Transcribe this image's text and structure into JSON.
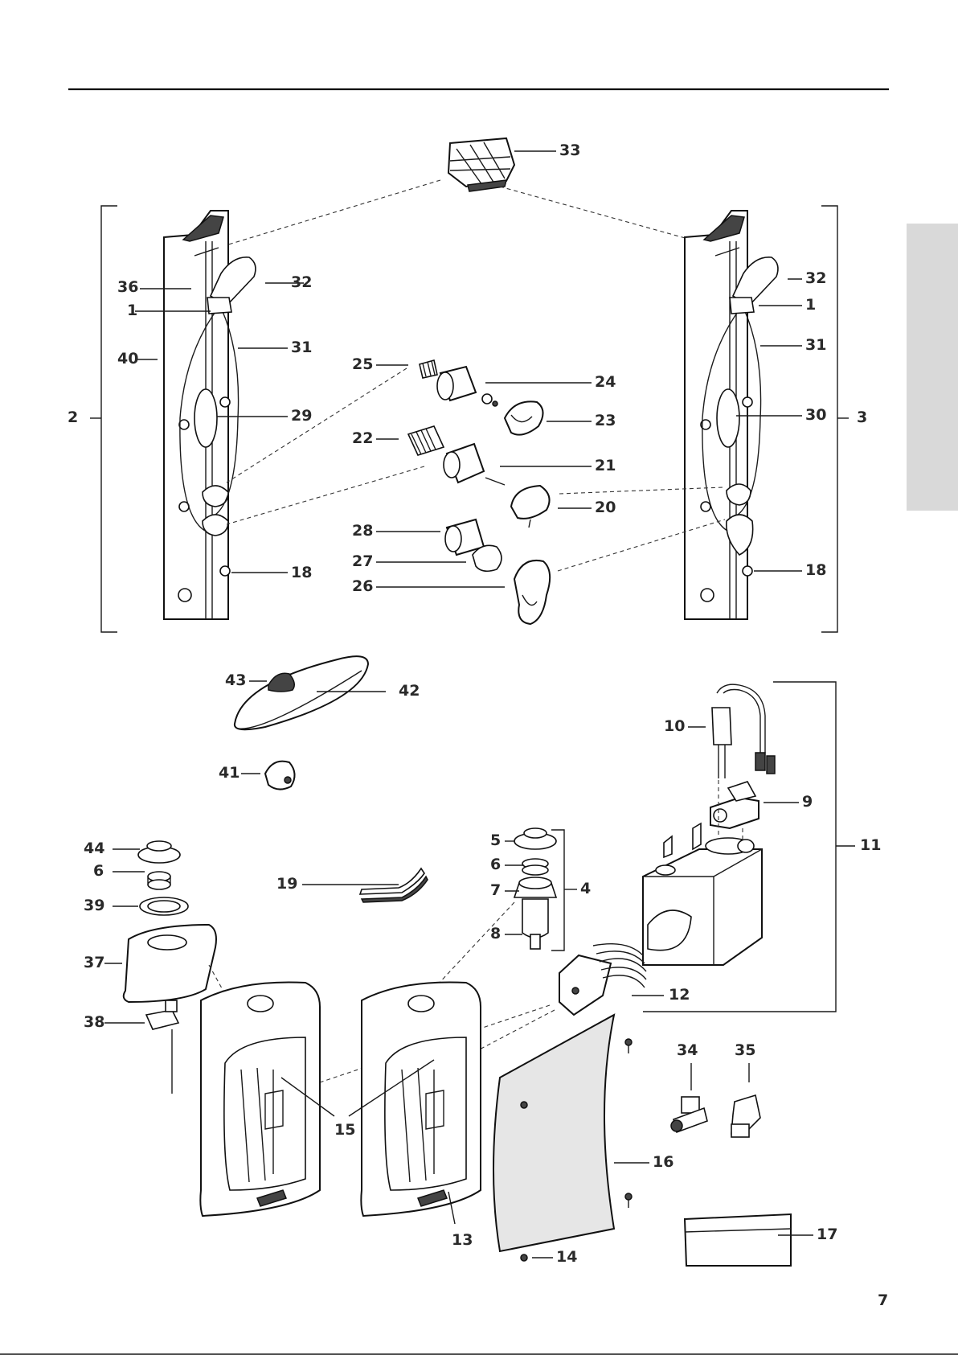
{
  "page_number": "7",
  "callouts": [
    {
      "id": "c33",
      "text": "33"
    },
    {
      "id": "c36",
      "text": "36"
    },
    {
      "id": "c32l",
      "text": "32"
    },
    {
      "id": "c1l",
      "text": "1"
    },
    {
      "id": "c40",
      "text": "40"
    },
    {
      "id": "c31l",
      "text": "31"
    },
    {
      "id": "c2",
      "text": "2"
    },
    {
      "id": "c29",
      "text": "29"
    },
    {
      "id": "c18l",
      "text": "18"
    },
    {
      "id": "c32r",
      "text": "32"
    },
    {
      "id": "c1r",
      "text": "1"
    },
    {
      "id": "c31r",
      "text": "31"
    },
    {
      "id": "c30",
      "text": "30"
    },
    {
      "id": "c3",
      "text": "3"
    },
    {
      "id": "c18r",
      "text": "18"
    },
    {
      "id": "c25",
      "text": "25"
    },
    {
      "id": "c24",
      "text": "24"
    },
    {
      "id": "c23",
      "text": "23"
    },
    {
      "id": "c22",
      "text": "22"
    },
    {
      "id": "c21",
      "text": "21"
    },
    {
      "id": "c20",
      "text": "20"
    },
    {
      "id": "c28",
      "text": "28"
    },
    {
      "id": "c27",
      "text": "27"
    },
    {
      "id": "c26",
      "text": "26"
    },
    {
      "id": "c43",
      "text": "43"
    },
    {
      "id": "c42",
      "text": "42"
    },
    {
      "id": "c41",
      "text": "41"
    },
    {
      "id": "c10",
      "text": "10"
    },
    {
      "id": "c9",
      "text": "9"
    },
    {
      "id": "c11",
      "text": "11"
    },
    {
      "id": "c44",
      "text": "44"
    },
    {
      "id": "c6l",
      "text": "6"
    },
    {
      "id": "c39",
      "text": "39"
    },
    {
      "id": "c37",
      "text": "37"
    },
    {
      "id": "c38",
      "text": "38"
    },
    {
      "id": "c19",
      "text": "19"
    },
    {
      "id": "c5",
      "text": "5"
    },
    {
      "id": "c6m",
      "text": "6"
    },
    {
      "id": "c7",
      "text": "7"
    },
    {
      "id": "c4",
      "text": "4"
    },
    {
      "id": "c8",
      "text": "8"
    },
    {
      "id": "c12",
      "text": "12"
    },
    {
      "id": "c34",
      "text": "34"
    },
    {
      "id": "c35",
      "text": "35"
    },
    {
      "id": "c15",
      "text": "15"
    },
    {
      "id": "c16",
      "text": "16"
    },
    {
      "id": "c13",
      "text": "13"
    },
    {
      "id": "c14",
      "text": "14"
    },
    {
      "id": "c17",
      "text": "17"
    }
  ]
}
